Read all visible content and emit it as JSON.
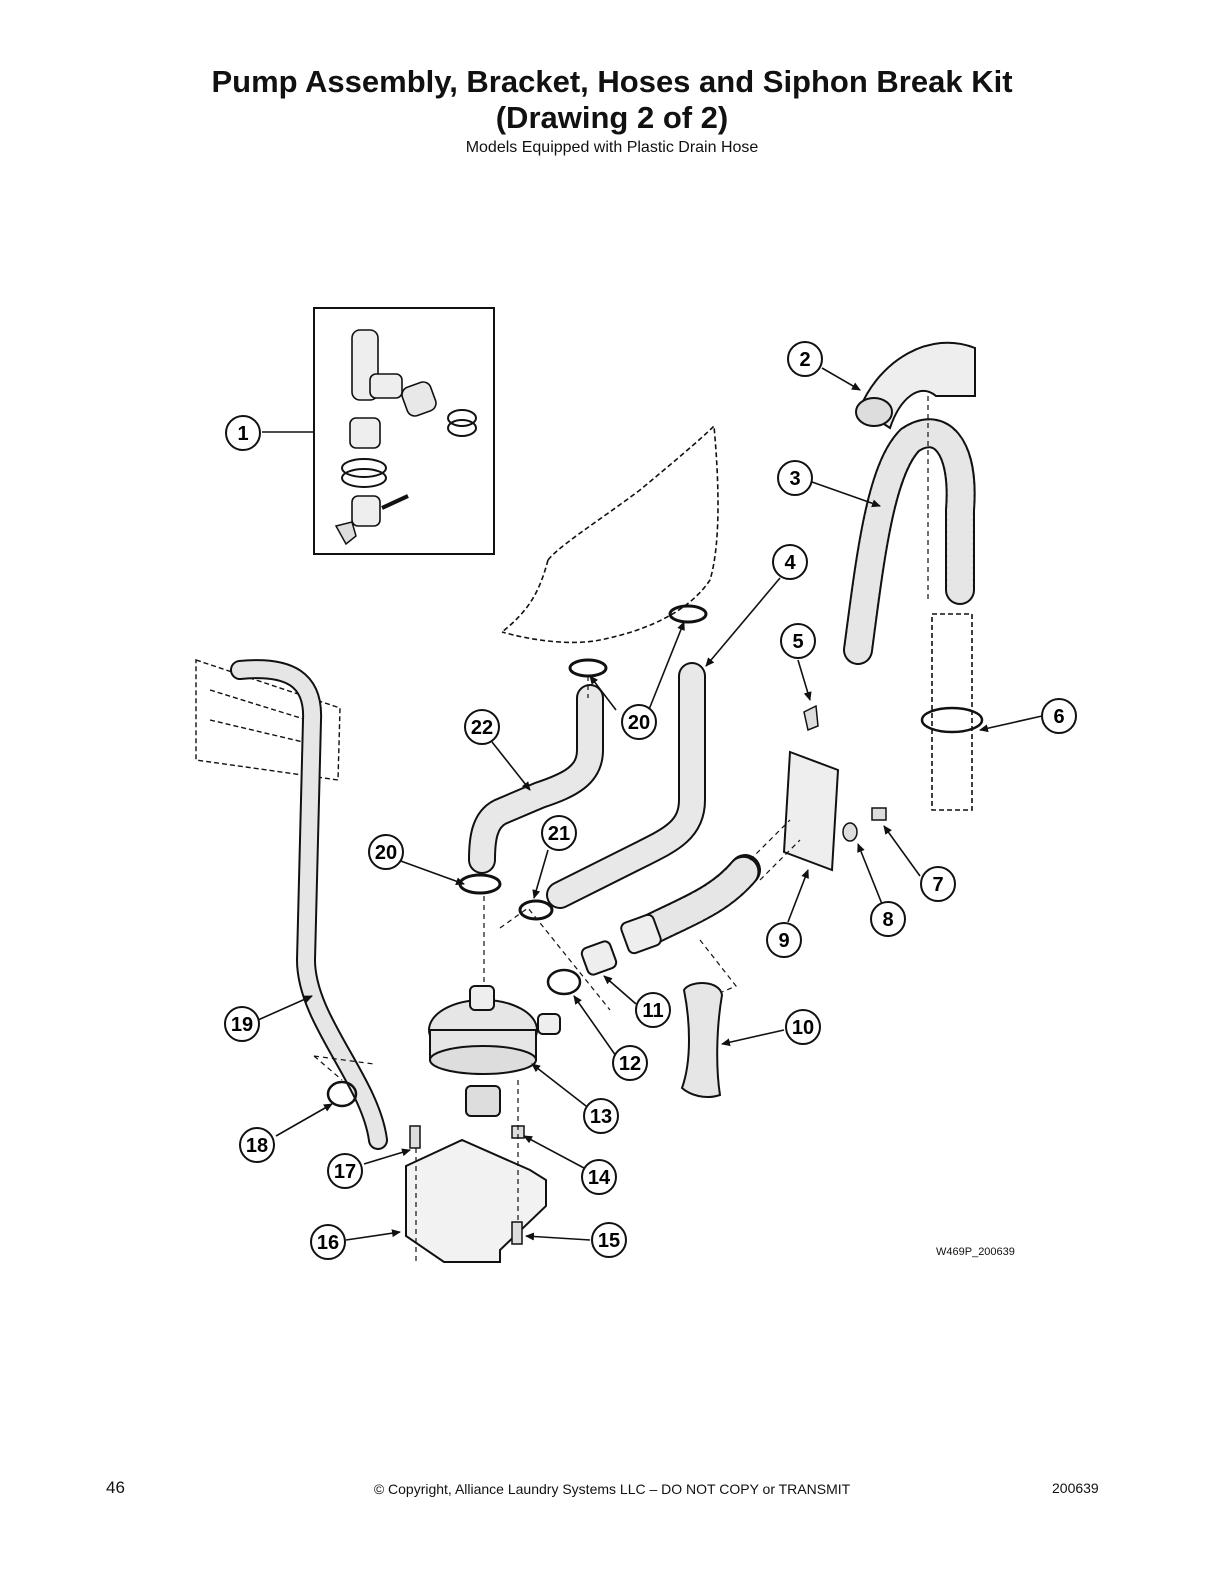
{
  "header": {
    "title_line1": "Pump Assembly, Bracket, Hoses and Siphon Break Kit",
    "title_line2": "(Drawing 2 of 2)",
    "subtitle": "Models Equipped with Plastic Drain Hose"
  },
  "diagram": {
    "drawing_id": "W469P_200639",
    "callouts": [
      "1",
      "2",
      "3",
      "4",
      "5",
      "6",
      "7",
      "8",
      "9",
      "10",
      "11",
      "12",
      "13",
      "14",
      "15",
      "16",
      "17",
      "18",
      "19",
      "20",
      "20",
      "20",
      "21",
      "22"
    ]
  },
  "footer": {
    "page_number": "46",
    "copyright": "© Copyright, Alliance Laundry Systems LLC – DO NOT COPY or TRANSMIT",
    "doc_number": "200639"
  }
}
